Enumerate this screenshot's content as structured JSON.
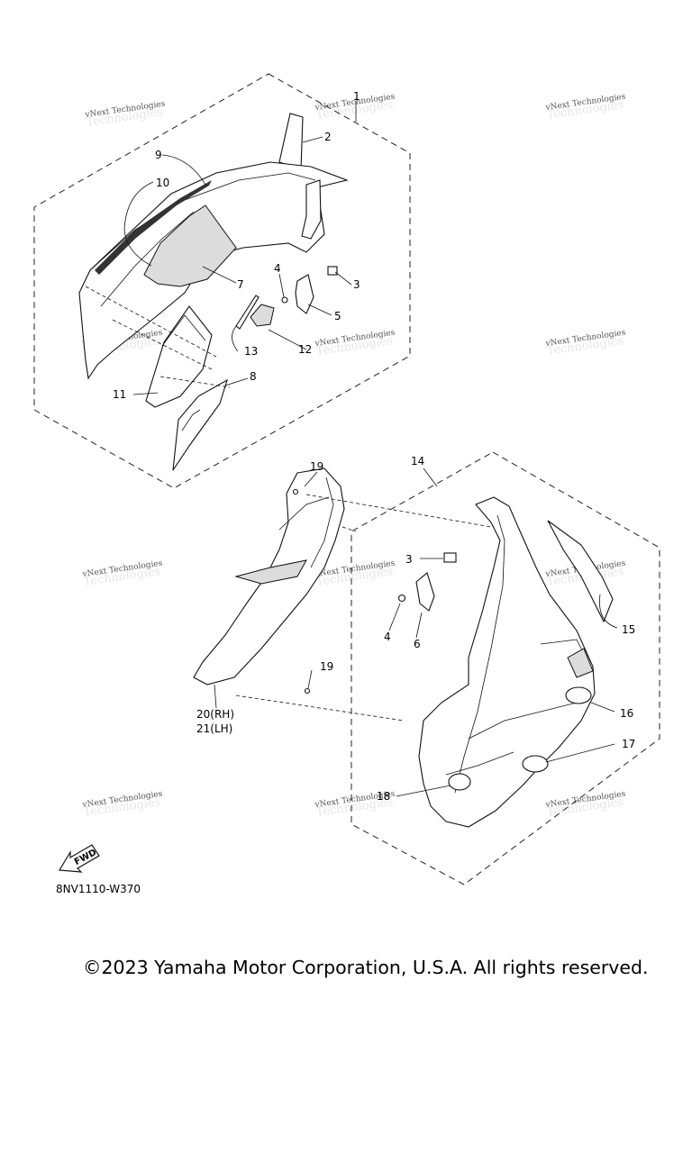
{
  "diagram": {
    "code": "8NV1110-W370",
    "fwd_label": "FWD",
    "watermark": "vNext Technologies",
    "callouts": [
      "1",
      "2",
      "3",
      "4",
      "5",
      "6",
      "7",
      "8",
      "9",
      "10",
      "11",
      "12",
      "13",
      "14",
      "15",
      "16",
      "17",
      "18",
      "19",
      "20(RH)",
      "21(LH)"
    ]
  },
  "footer": {
    "copyright": "©2023 Yamaha Motor Corporation, U.S.A. All rights reserved."
  }
}
